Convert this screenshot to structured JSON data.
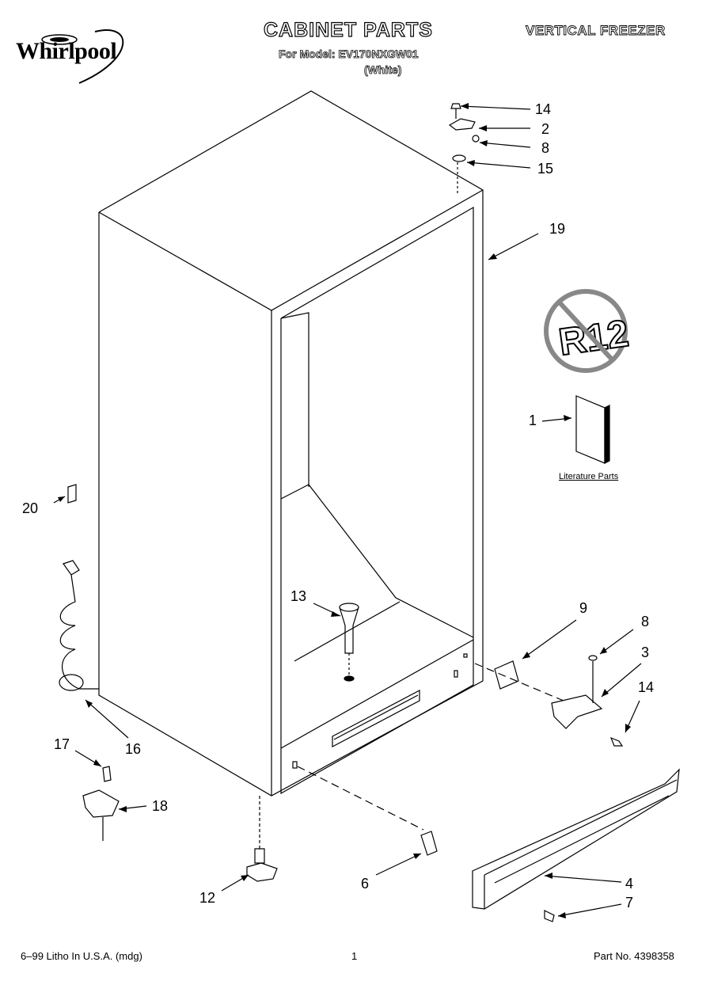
{
  "brand": {
    "name": "Whirlpool"
  },
  "header": {
    "title": "CABINET PARTS",
    "model_line": "For Model: EV170NXGW01",
    "color_line": "(White)",
    "product": "VERTICAL FREEZER"
  },
  "callouts": {
    "c14_top": "14",
    "c2": "2",
    "c8_top": "8",
    "c15": "15",
    "c19": "19",
    "c1": "1",
    "c20": "20",
    "c13": "13",
    "c9": "9",
    "c8_bottom": "8",
    "c3": "3",
    "c14_bottom": "14",
    "c16": "16",
    "c17": "17",
    "c18": "18",
    "c12": "12",
    "c6": "6",
    "c4": "4",
    "c7": "7"
  },
  "symbols": {
    "no_r12": "R12"
  },
  "literature": {
    "label": "Literature Parts"
  },
  "footer": {
    "left": "6–99 Litho In U.S.A. (mdg)",
    "page": "1",
    "part_no": "Part No. 4398358"
  }
}
